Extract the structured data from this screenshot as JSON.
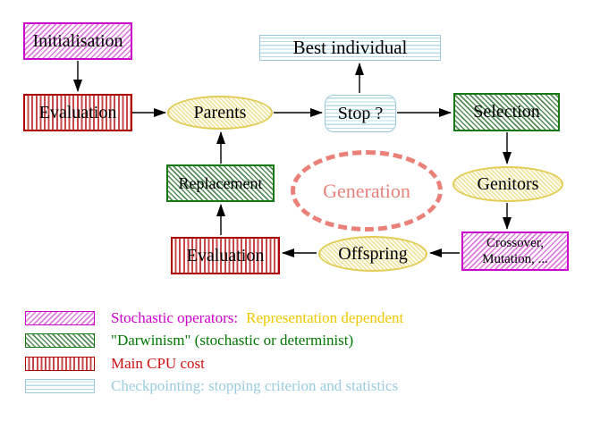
{
  "diagram": {
    "nodes": {
      "initialisation": "Initialisation",
      "evaluation_top": "Evaluation",
      "parents": "Parents",
      "best_individual": "Best individual",
      "stop": "Stop ?",
      "selection": "Selection",
      "genitors": "Genitors",
      "crossover_line1": "Crossover,",
      "crossover_line2": "Mutation, ...",
      "offspring": "Offspring",
      "evaluation_bottom": "Evaluation",
      "replacement": "Replacement",
      "generation": "Generation"
    },
    "legend": [
      {
        "label": "Stochastic operators:",
        "label_secondary": "Representation dependent"
      },
      {
        "label": "\"Darwinism\" (stochastic or determinist)"
      },
      {
        "label": "Main CPU cost"
      },
      {
        "label": "Checkpointing: stopping criterion and statistics"
      }
    ],
    "colors": {
      "magenta": "#cc00cc",
      "magenta_hatch": "#de7ade",
      "red_border": "#b00000",
      "red_stripe": "#c64848",
      "green_border": "#157815",
      "green_hatch": "#578c57",
      "blue_border": "#9cc8da",
      "blue_stripe": "#b6dcea",
      "yellow_border": "#e2cc55",
      "yellow_hatch": "#eee098",
      "salmon": "#e8837b",
      "legend_yellow_text": "#eec800",
      "legend_green_text": "#007700",
      "legend_red_text": "#cc1111",
      "legend_blue_text": "#9accdf",
      "arrow": "#000000"
    }
  }
}
